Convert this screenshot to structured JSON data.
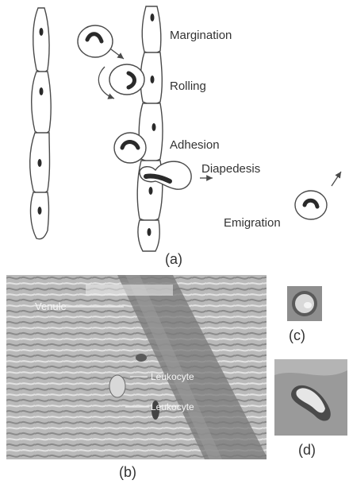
{
  "diagram": {
    "stages": [
      {
        "id": "margination",
        "label": "Margination"
      },
      {
        "id": "rolling",
        "label": "Rolling"
      },
      {
        "id": "adhesion",
        "label": "Adhesion"
      },
      {
        "id": "diapedesis",
        "label": "Diapedesis"
      },
      {
        "id": "emigration",
        "label": "Emigration"
      }
    ],
    "panel_a_label": "(a)"
  },
  "photos": {
    "panel_b_label": "(b)",
    "panel_c_label": "(c)",
    "panel_d_label": "(d)",
    "micrograph_overlay_text": [
      "Venule",
      "Leukocyte",
      "Leukocyte"
    ]
  },
  "colors": {
    "line": "#4a4a4a",
    "nucleus": "#2a2a2a",
    "photo_dark": "#5a5a5a",
    "photo_light": "#c9c9c9"
  }
}
